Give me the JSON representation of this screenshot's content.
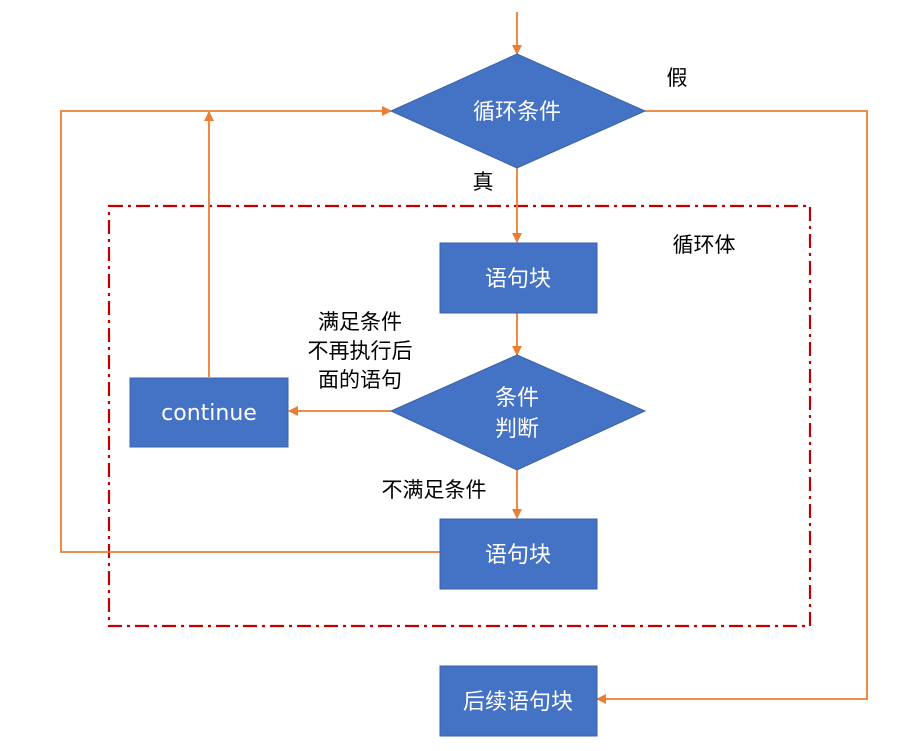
{
  "colors": {
    "node_fill": "#4472C4",
    "node_stroke": "#3a62a8",
    "edge": "#ED7D31",
    "loop_body_border": "#C00000"
  },
  "nodes": {
    "loop_condition": "循环条件",
    "statement_block_1": "语句块",
    "condition_check_line1": "条件",
    "condition_check_line2": "判断",
    "continue_box": "continue",
    "statement_block_2": "语句块",
    "following_block": "后续语句块"
  },
  "labels": {
    "false_label": "假",
    "true_label": "真",
    "loop_body": "循环体",
    "satisfied_line1": "满足条件",
    "satisfied_line2": "不再执行后",
    "satisfied_line3": "面的语句",
    "not_satisfied": "不满足条件"
  }
}
